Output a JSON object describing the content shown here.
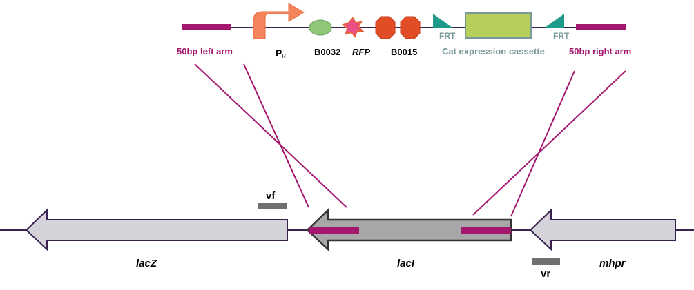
{
  "cassette": {
    "left_arm_label": "50bp left arm",
    "right_arm_label": "50bp right arm",
    "promoter_label": "P",
    "promoter_subscript": "R",
    "rbs_label": "B0032",
    "reporter_label": "RFP",
    "terminator_label": "B0015",
    "frt_left_label": "FRT",
    "frt_right_label": "FRT",
    "cat_label": "Cat expression cassette"
  },
  "genome": {
    "genes": [
      {
        "label": "lacZ"
      },
      {
        "label": "lacI"
      },
      {
        "label": "mhpr"
      }
    ],
    "primers": {
      "forward_label": "vf",
      "reverse_label": "vr"
    }
  },
  "colors": {
    "arm": "#a3186e",
    "promoter": "#f4845c",
    "rbs": "#8ec77a",
    "rfp": "#e8623c",
    "terminator": "#e04d26",
    "frt": "#1c9a8a",
    "frt_text": "#7a9a9a",
    "cat_box": "#b6cf5a",
    "cat_text": "#7a9a9a",
    "gene_fill": "#d4d3da",
    "lacI_fill": "#a8a6a8",
    "backbone": "#3a2250",
    "primer": "#707070"
  }
}
